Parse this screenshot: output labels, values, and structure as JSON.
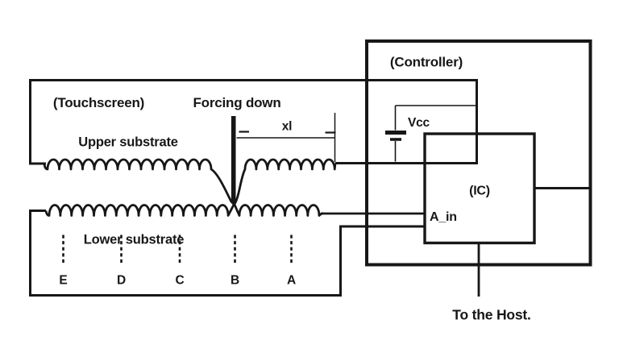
{
  "colors": {
    "ink": "#171717",
    "background": "#ffffff"
  },
  "touchscreen": {
    "label": "(Touchscreen)",
    "forcing_down_label": "Forcing down",
    "upper_substrate_label": "Upper substrate",
    "lower_substrate_label": "Lower substrate",
    "distance_label": "xl",
    "electrodes": [
      "E",
      "D",
      "C",
      "B",
      "A"
    ]
  },
  "controller": {
    "label": "(Controller)",
    "supply_label": "Vcc",
    "ic": {
      "label": "(IC)",
      "input_label": "A_in"
    }
  },
  "host_label": "To the Host."
}
